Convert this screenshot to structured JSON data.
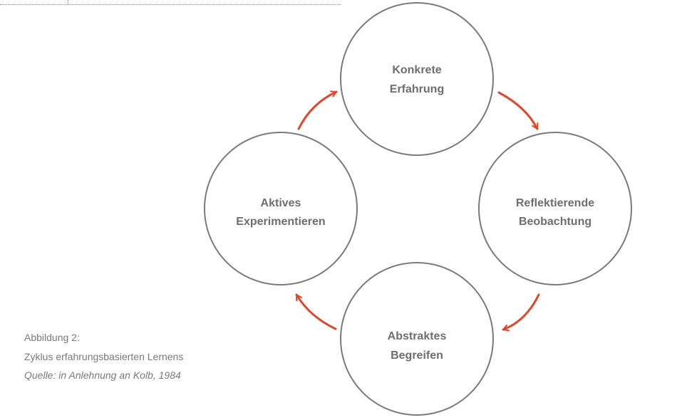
{
  "diagram": {
    "nodes": [
      {
        "id": "konkrete-erfahrung",
        "lines": [
          "Konkrete",
          "Erfahrung"
        ]
      },
      {
        "id": "reflektierende-beobachtung",
        "lines": [
          "Reflektierende",
          "Beobachtung"
        ]
      },
      {
        "id": "abstraktes-begreifen",
        "lines": [
          "Abstraktes",
          "Begreifen"
        ]
      },
      {
        "id": "aktives-experimentieren",
        "lines": [
          "Aktives",
          "Experimentieren"
        ]
      }
    ],
    "edges": [
      {
        "from": "konkrete-erfahrung",
        "to": "reflektierende-beobachtung"
      },
      {
        "from": "reflektierende-beobachtung",
        "to": "abstraktes-begreifen"
      },
      {
        "from": "abstraktes-begreifen",
        "to": "aktives-experimentieren"
      },
      {
        "from": "aktives-experimentieren",
        "to": "konkrete-erfahrung"
      }
    ],
    "colors": {
      "circle_stroke": "#7a7a7a",
      "arrow": "#e0472a",
      "label": "#6e6e6e"
    }
  },
  "caption": {
    "figure": "Abbildung 2:",
    "title": "Zyklus erfahrungsbasierten Lernens",
    "source": "Quelle: in Anlehnung an Kolb, 1984"
  }
}
